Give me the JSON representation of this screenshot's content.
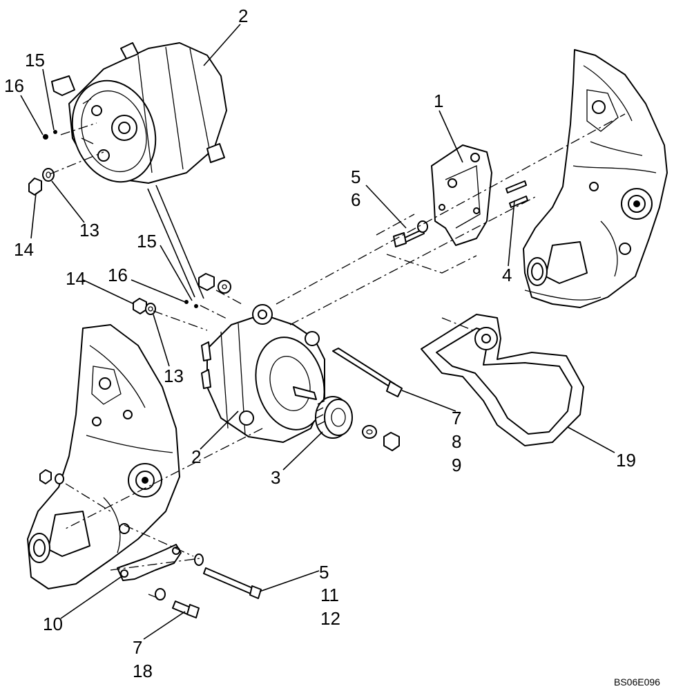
{
  "figure": {
    "reference_code": "BS06E096",
    "callouts": {
      "alt_top": "2",
      "bracket": "1",
      "bolt_5_top": "5",
      "washer_6_top": "6",
      "pins_4": "4",
      "screw_15_top": "15",
      "washer_16_top": "16",
      "nut_14_top": "14",
      "washer_13_top": "13",
      "screw_15_mid": "15",
      "washer_16_mid": "16",
      "nut_14_mid": "14",
      "washer_13_mid": "13",
      "alt_mid": "2",
      "pulley_3": "3",
      "bolt_7_mid": "7",
      "item_8": "8",
      "item_9": "9",
      "belt_19": "19",
      "strap_10": "10",
      "bolt_5_bot": "5",
      "item_11": "11",
      "item_12": "12",
      "bolt_7_bot": "7",
      "item_18": "18"
    }
  }
}
